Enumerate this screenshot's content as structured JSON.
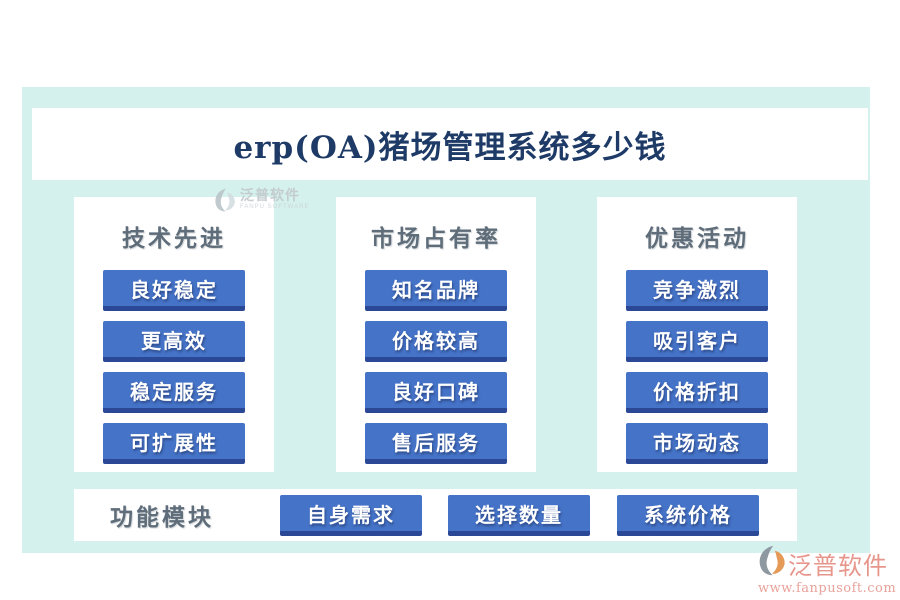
{
  "page": {
    "title": "erp(OA)猪场管理系统多少钱"
  },
  "columns": [
    {
      "header": "技术先进",
      "items": [
        "良好稳定",
        "更高效",
        "稳定服务",
        "可扩展性"
      ]
    },
    {
      "header": "市场占有率",
      "items": [
        "知名品牌",
        "价格较高",
        "良好口碑",
        "售后服务"
      ]
    },
    {
      "header": "优惠活动",
      "items": [
        "竞争激烈",
        "吸引客户",
        "价格折扣",
        "市场动态"
      ]
    }
  ],
  "bottom_bar": {
    "label": "功能模块",
    "items": [
      "自身需求",
      "选择数量",
      "系统价格"
    ]
  },
  "watermarks": {
    "top": {
      "brand": "泛普软件",
      "sub": "FANPU SOFTWARE"
    },
    "bottom": {
      "brand": "泛普软件",
      "url": "www.fanpusoft.com"
    }
  },
  "colors": {
    "panel_background": "#d5f1ee",
    "button_blue": "#4573c7",
    "button_edge": "#2b4896",
    "title_navy": "#1e3a66",
    "header_gray": "#5e6d79",
    "watermark_salmon": "#e7968c",
    "watermark_gray": "#c2c9cc"
  }
}
